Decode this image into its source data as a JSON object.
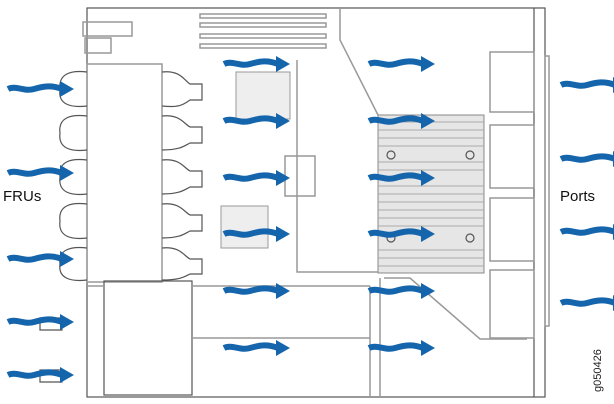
{
  "labels": {
    "inlet": "FRUs",
    "outlet": "Ports",
    "figure_id": "g050426"
  },
  "colors": {
    "airflow": "#1565ad",
    "outline": "#999999"
  },
  "airflow": {
    "direction": "front-to-back",
    "inlet_side": "FRUs",
    "outlet_side": "Ports"
  }
}
